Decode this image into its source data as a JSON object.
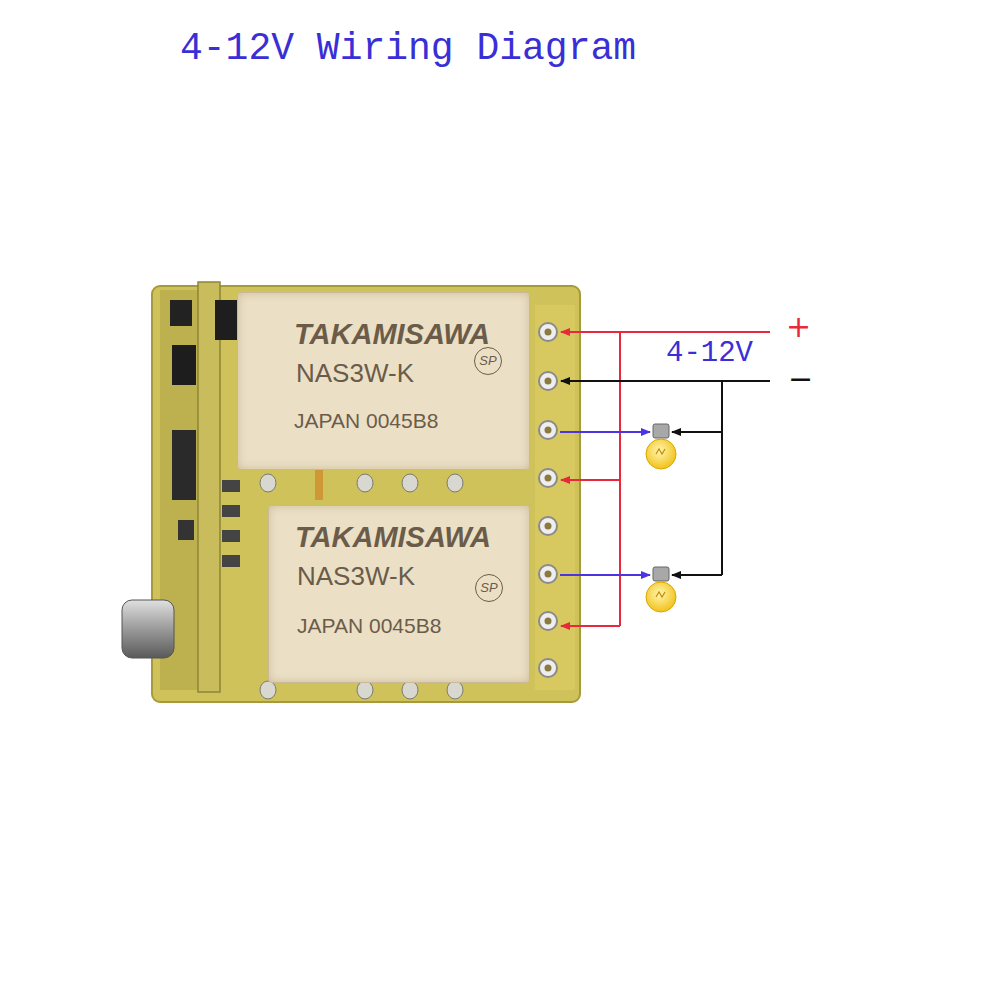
{
  "diagram": {
    "title": "4-12V Wiring Diagram",
    "nodes": [
      {
        "text": [
          "TAKAMISAWA",
          "NAS3W-K",
          "SP",
          "JAPAN 0045B8"
        ]
      },
      {
        "text": [
          "TAKAMISAWA",
          "NAS3W-K",
          "SP",
          "JAPAN 0045B8"
        ]
      }
    ],
    "labels": [
      "+",
      "4-12V",
      "−"
    ]
  }
}
